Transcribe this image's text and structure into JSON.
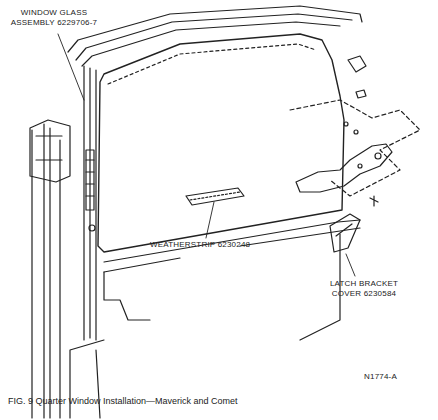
{
  "diagram": {
    "caption": "FIG. 9 Quarter Window Installation—Maverick and Comet",
    "labels": [
      "WINDOW GLASS ASSEMBLY 6229706-7",
      "WEATHERSTRIP 6230248",
      "LATCH BRACKET COVER 6230584",
      "N1774-A"
    ]
  }
}
